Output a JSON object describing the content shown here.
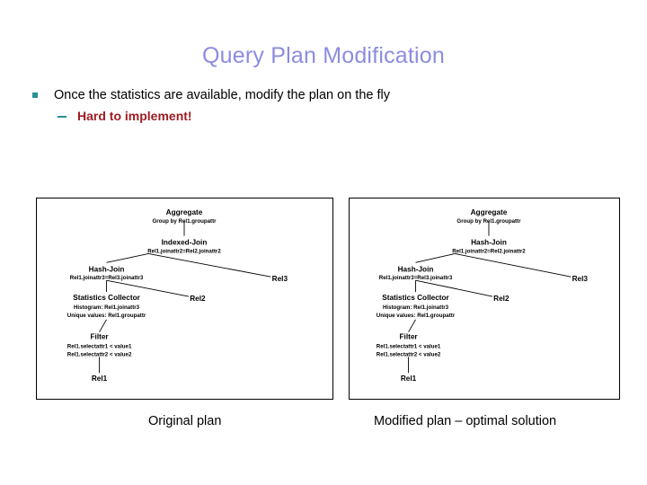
{
  "slide": {
    "title": "Query Plan Modification",
    "bullets": [
      {
        "level": 1,
        "marker": "square-bullet",
        "text": "Once the statistics are available, modify the plan on the fly"
      },
      {
        "level": 2,
        "marker": "dash-bullet",
        "text": "Hard to implement!"
      }
    ],
    "colors": {
      "title": "#8c8ce0",
      "bullet_marker": "#2c8f8f",
      "sub_bullet_text": "#9e1b22",
      "body_text": "#000000",
      "diagram_border": "#000000"
    }
  },
  "figures": [
    {
      "id": "original-plan",
      "caption": "Original plan",
      "nodes": {
        "aggregate": {
          "title": "Aggregate",
          "sub": [
            "Group by Rel1.groupattr"
          ]
        },
        "top_join": {
          "title": "Indexed-Join",
          "sub": [
            "Rel1.joinattr2=Rel2.joinattr2"
          ]
        },
        "hash_join": {
          "title": "Hash-Join",
          "sub": [
            "Rel1.joinattr3=Rel3.joinattr3"
          ]
        },
        "stats": {
          "title": "Statistics Collector",
          "sub": [
            "Histogram: Rel1.joinattr3",
            "Unique values: Rel1.groupattr"
          ]
        },
        "filter": {
          "title": "Filter",
          "sub": [
            "Rel1.selectattr1 < value1",
            "Rel1.selectattr2 < value2"
          ]
        },
        "rel1": {
          "title": "Rel1",
          "sub": []
        },
        "rel2": {
          "title": "Rel2",
          "sub": []
        },
        "rel3": {
          "title": "Rel3",
          "sub": []
        }
      }
    },
    {
      "id": "modified-plan",
      "caption": "Modified plan – optimal solution",
      "nodes": {
        "aggregate": {
          "title": "Aggregate",
          "sub": [
            "Group by Rel1.groupattr"
          ]
        },
        "top_join": {
          "title": "Hash-Join",
          "sub": [
            "Rel1.joinattr2=Rel2.joinattr2"
          ]
        },
        "hash_join": {
          "title": "Hash-Join",
          "sub": [
            "Rel1.joinattr3=Rel3.joinattr3"
          ]
        },
        "stats": {
          "title": "Statistics Collector",
          "sub": [
            "Histogram: Rel1.joinattr3",
            "Unique values: Rel1.groupattr"
          ]
        },
        "filter": {
          "title": "Filter",
          "sub": [
            "Rel1.selectattr1 < value1",
            "Rel1.selectattr2 < value2"
          ]
        },
        "rel1": {
          "title": "Rel1",
          "sub": []
        },
        "rel2": {
          "title": "Rel2",
          "sub": []
        },
        "rel3": {
          "title": "Rel3",
          "sub": []
        }
      }
    }
  ]
}
